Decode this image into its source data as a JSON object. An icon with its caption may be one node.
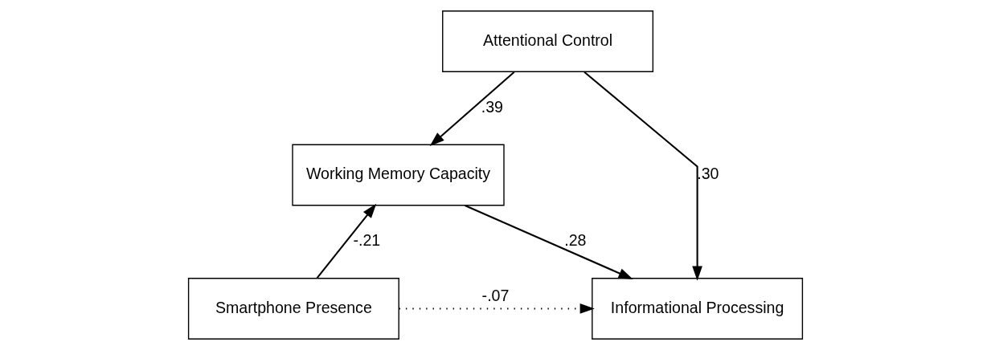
{
  "diagram": {
    "nodes": [
      {
        "text": [
          "Attentional Control"
        ]
      },
      {
        "text": [
          "Working Memory Capacity"
        ]
      },
      {
        "text": [
          "Smartphone Presence"
        ]
      },
      {
        "text": [
          "Informational Processing"
        ]
      }
    ],
    "edges": [
      {
        "from": 0,
        "to": 1,
        "arrow": "to",
        "label": ".39"
      },
      {
        "from": 0,
        "to": 3,
        "arrow": "to",
        "label": ".30"
      },
      {
        "from": 2,
        "to": 1,
        "arrow": "to",
        "label": "-.21"
      },
      {
        "from": 1,
        "to": 3,
        "arrow": "to",
        "label": ".28"
      },
      {
        "from": 2,
        "to": 3,
        "arrow": "to",
        "label": "-.07",
        "style": "dashed"
      }
    ]
  }
}
